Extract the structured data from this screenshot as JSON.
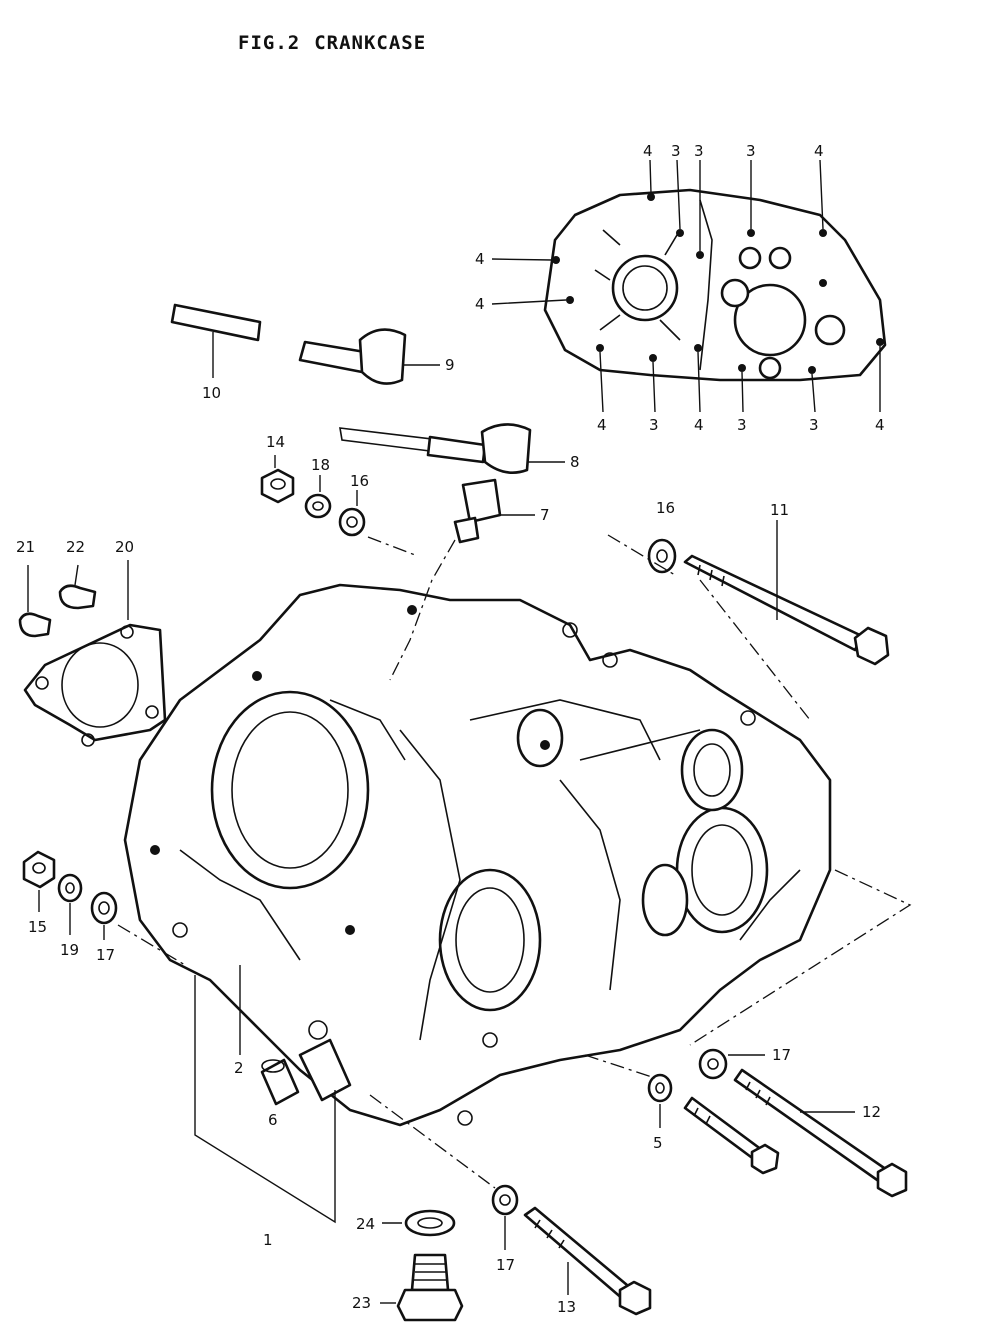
{
  "figure": {
    "number": "FIG.2",
    "title": "CRANKCASE"
  },
  "labels": {
    "p1": "1",
    "p2": "2",
    "p5": "5",
    "p6": "6",
    "p7": "7",
    "p8": "8",
    "p9": "9",
    "p10": "10",
    "p11": "11",
    "p12": "12",
    "p13": "13",
    "p14": "14",
    "p15": "15",
    "p16a": "16",
    "p16b": "16",
    "p17a": "17",
    "p17b": "17",
    "p17c": "17",
    "p18": "18",
    "p19": "19",
    "p20": "20",
    "p21": "21",
    "p22": "22",
    "p23": "23",
    "p24": "24"
  },
  "inset_labels": {
    "t1": "4",
    "t2": "3",
    "t3": "3",
    "t4": "3",
    "t5": "4",
    "l1": "4",
    "l2": "4",
    "b1": "4",
    "b2": "3",
    "b3": "4",
    "b4": "3",
    "b5": "3",
    "b6": "4"
  }
}
